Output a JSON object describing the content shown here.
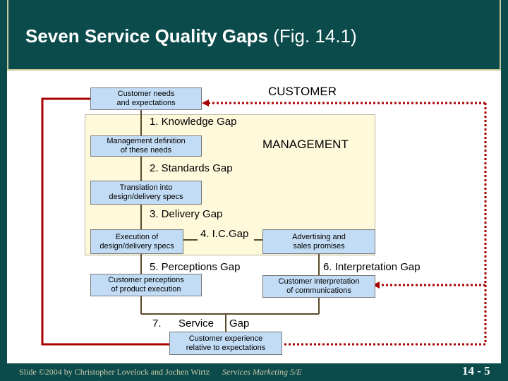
{
  "slide": {
    "title_bold": "Seven Service Quality Gaps",
    "title_rest": "(Fig. 14.1)"
  },
  "diagram": {
    "customer_label": "CUSTOMER",
    "management_label": "MANAGEMENT",
    "boxes": {
      "customer_needs": "Customer needs\nand expectations",
      "management_definition": "Management definition\nof these needs",
      "translation": "Translation into\ndesign/delivery specs",
      "execution": "Execution of\ndesign/delivery specs",
      "advertising": "Advertising and\nsales promises",
      "customer_perceptions": "Customer perceptions\nof product execution",
      "customer_interpretation": "Customer interpretation\nof communications",
      "customer_experience": "Customer experience\nrelative to expectations"
    },
    "gaps": {
      "gap1": "1. Knowledge Gap",
      "gap2": "2. Standards Gap",
      "gap3": "3. Delivery Gap",
      "gap4": "4. I.C.Gap",
      "gap5": "5. Perceptions Gap",
      "gap6": "6. Interpretation Gap",
      "gap7_num": "7.",
      "gap7_word1": "Service",
      "gap7_word2": "Gap"
    },
    "colors": {
      "frame": "#0c4b4b",
      "box_fill": "#c2dcf5",
      "management_area": "#fff9dc",
      "accent_red": "#a80000"
    }
  },
  "footer": {
    "credit": "Slide ©2004 by Christopher Lovelock and Jochen Wirtz",
    "book": "Services Marketing 5/E",
    "page": "14 - 5"
  }
}
